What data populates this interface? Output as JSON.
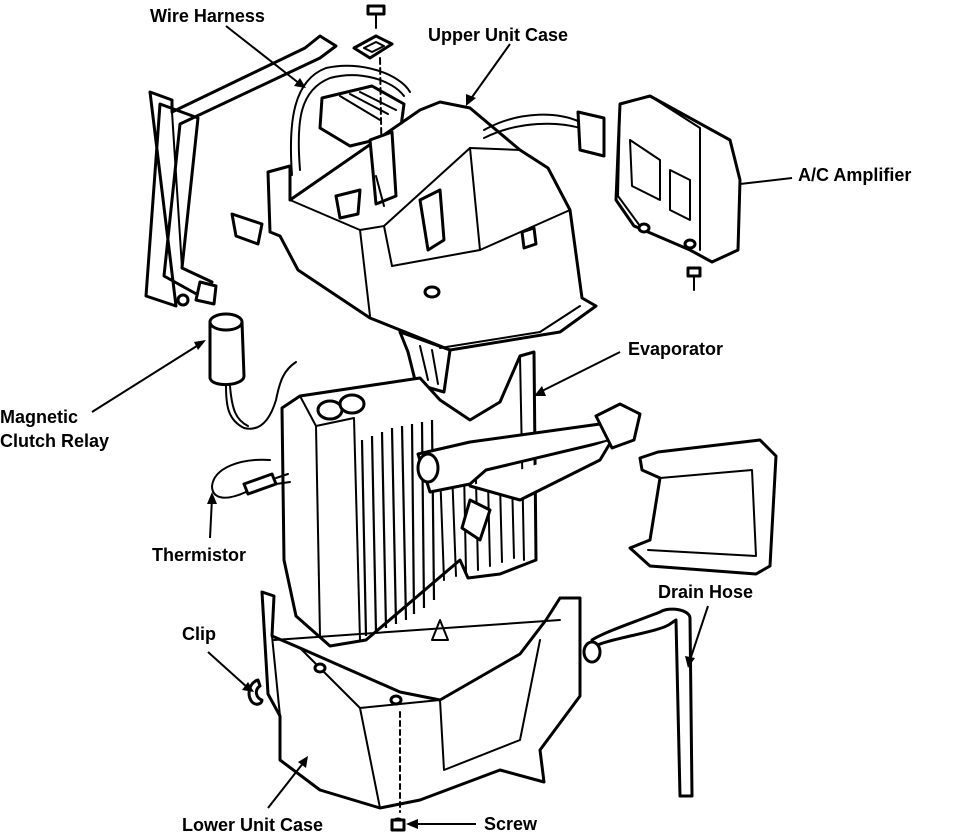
{
  "labels": {
    "wire_harness": "Wire Harness",
    "upper_unit_case": "Upper Unit Case",
    "ac_amplifier": "A/C Amplifier",
    "magnetic_clutch_relay_line1": "Magnetic",
    "magnetic_clutch_relay_line2": "Clutch Relay",
    "evaporator": "Evaporator",
    "thermistor": "Thermistor",
    "drain_hose": "Drain Hose",
    "clip": "Clip",
    "lower_unit_case": "Lower Unit Case",
    "screw": "Screw"
  }
}
